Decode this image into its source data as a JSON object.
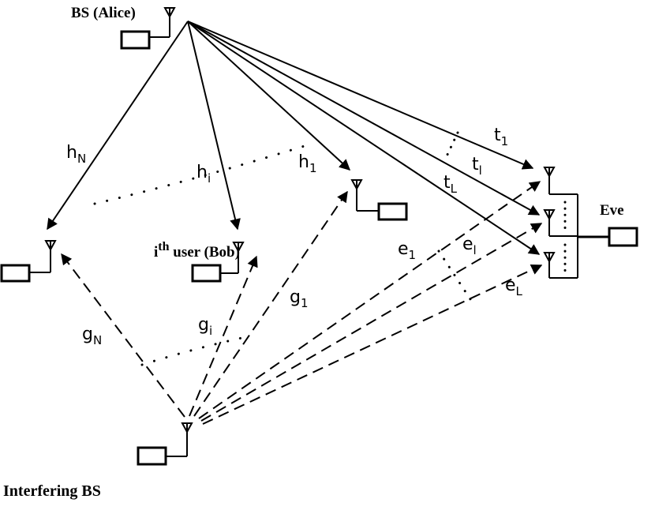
{
  "nodes": {
    "alice": "BS (Alice)",
    "bob_prefix": "i",
    "bob_sup": "th",
    "bob_suffix": " user (Bob)",
    "eve": "Eve",
    "interferer": "Interfering BS"
  },
  "channels": {
    "hN": {
      "base": "h",
      "sub": "N"
    },
    "hi": {
      "base": "h",
      "sub": "i"
    },
    "h1": {
      "base": "h",
      "sub": "1"
    },
    "t1": {
      "base": "t",
      "sub": "1"
    },
    "tl": {
      "base": "t",
      "sub": "l"
    },
    "tL": {
      "base": "t",
      "sub": "L"
    },
    "gN": {
      "base": "g",
      "sub": "N"
    },
    "gi": {
      "base": "g",
      "sub": "i"
    },
    "g1": {
      "base": "g",
      "sub": "1"
    },
    "e1": {
      "base": "e",
      "sub": "1"
    },
    "el": {
      "base": "e",
      "sub": "l"
    },
    "eL": {
      "base": "e",
      "sub": "L"
    }
  }
}
